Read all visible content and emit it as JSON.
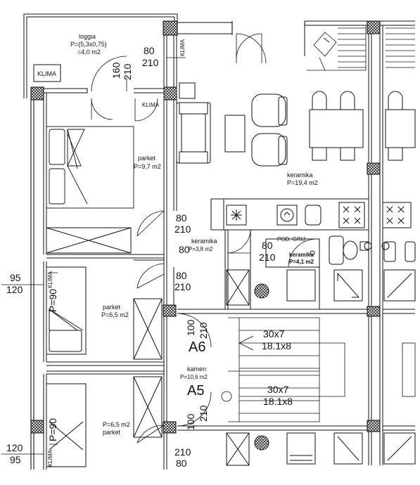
{
  "rooms": {
    "loggia": {
      "name": "loggia",
      "formula": "P=(5,3x0,75)",
      "area": "=4,0 m2"
    },
    "bedroom": {
      "name": "parket",
      "area": "P=9,7 m2"
    },
    "living": {
      "name": "keramika",
      "area": "P=19,4 m2"
    },
    "hall": {
      "name": "keramika",
      "area": "P=3,8 m2"
    },
    "bath": {
      "name": "keramika",
      "area": "P=4,1 m2"
    },
    "room2": {
      "name": "parket",
      "area": "P=6,5 m2"
    },
    "room3": {
      "name": "parket",
      "area": "P=6,5 m2"
    },
    "stair": {
      "name": "kamen",
      "area": "P=10,6 m2"
    }
  },
  "labels": {
    "klima1": "KLIMA",
    "klima2": "KLIMA",
    "klima3": "KLIMA",
    "klima4": "KLIMA",
    "klima5": "KLIMA",
    "pod_grij": "POD. GRIJ.",
    "unit_a6": "A6",
    "unit_a5": "A5",
    "p90a": "P=90",
    "p90b": "P=90",
    "stair1_a": "30x7",
    "stair1_b": "18.1x8",
    "stair2_a": "30x7",
    "stair2_b": "18.1x8"
  },
  "dims": {
    "d80_top": "80",
    "d210_top": "210",
    "d160": "160",
    "d210_v": "210",
    "d80_hall": "80",
    "d210_hall": "210",
    "d80_l": "80",
    "d80_bath": "80",
    "d210_bath": "210",
    "d80_mid": "80",
    "d210_mid": "210",
    "d95_a": "95",
    "d120_a": "120",
    "d100_a": "100",
    "d210_a6": "210",
    "d100_b": "100",
    "d210_a5": "210",
    "d120_b": "120",
    "d95_b": "95",
    "d210_bot": "210",
    "d80_bot": "80"
  }
}
